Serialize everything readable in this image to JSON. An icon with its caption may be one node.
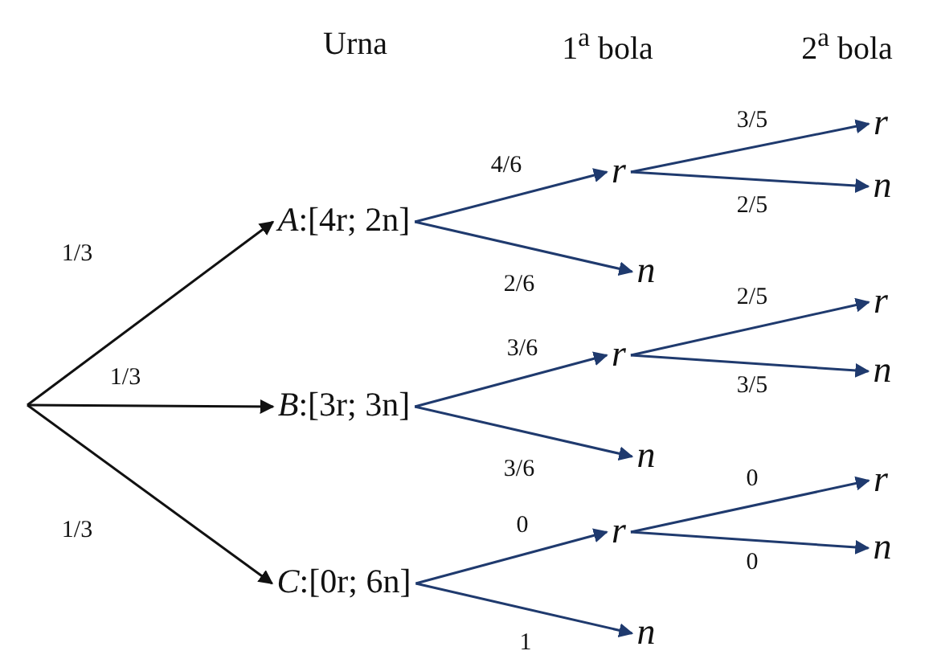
{
  "diagram": {
    "nodes": [
      {
        "text": [
          "*A*:[4r; 2n]"
        ]
      },
      {
        "text": [
          "*B*:[3r; 3n]"
        ]
      },
      {
        "text": [
          "*C*:[0r; 6n]"
        ]
      },
      {
        "text": [
          "r"
        ]
      },
      {
        "text": [
          "n"
        ]
      },
      {
        "text": [
          "r"
        ]
      },
      {
        "text": [
          "n"
        ]
      },
      {
        "text": [
          "r"
        ]
      },
      {
        "text": [
          "n"
        ]
      },
      {
        "text": [
          "r"
        ]
      },
      {
        "text": [
          "n"
        ]
      },
      {
        "text": [
          "r"
        ]
      },
      {
        "text": [
          "n"
        ]
      },
      {
        "text": [
          "r"
        ]
      },
      {
        "text": [
          "n"
        ]
      }
    ],
    "edges": [
      {
        "from": null,
        "to": 0,
        "arrow": "to",
        "label": "1/3",
        "color": "#111111"
      },
      {
        "from": null,
        "to": 1,
        "arrow": "to",
        "label": "1/3",
        "color": "#111111"
      },
      {
        "from": null,
        "to": 2,
        "arrow": "to",
        "label": "1/3",
        "color": "#111111"
      },
      {
        "from": 0,
        "to": 3,
        "arrow": "to",
        "label": "4/6"
      },
      {
        "from": 0,
        "to": 4,
        "arrow": "to",
        "label": "2/6"
      },
      {
        "from": 1,
        "to": 5,
        "arrow": "to",
        "label": "3/6"
      },
      {
        "from": 1,
        "to": 6,
        "arrow": "to",
        "label": "3/6"
      },
      {
        "from": 2,
        "to": 7,
        "arrow": "to",
        "label": "0"
      },
      {
        "from": 2,
        "to": 8,
        "arrow": "to",
        "label": "1"
      },
      {
        "from": 3,
        "to": 9,
        "arrow": "to",
        "label": "3/5"
      },
      {
        "from": 3,
        "to": 10,
        "arrow": "to",
        "label": "2/5"
      },
      {
        "from": 5,
        "to": 11,
        "arrow": "to",
        "label": "2/5"
      },
      {
        "from": 5,
        "to": 12,
        "arrow": "to",
        "label": "3/5"
      },
      {
        "from": 7,
        "to": 13,
        "arrow": "to",
        "label": "0"
      },
      {
        "from": 7,
        "to": 14,
        "arrow": "to",
        "label": "0"
      }
    ],
    "labels": [
      "Urna",
      "1$^{a}$ bola",
      "2$^{a}$ bola"
    ]
  }
}
